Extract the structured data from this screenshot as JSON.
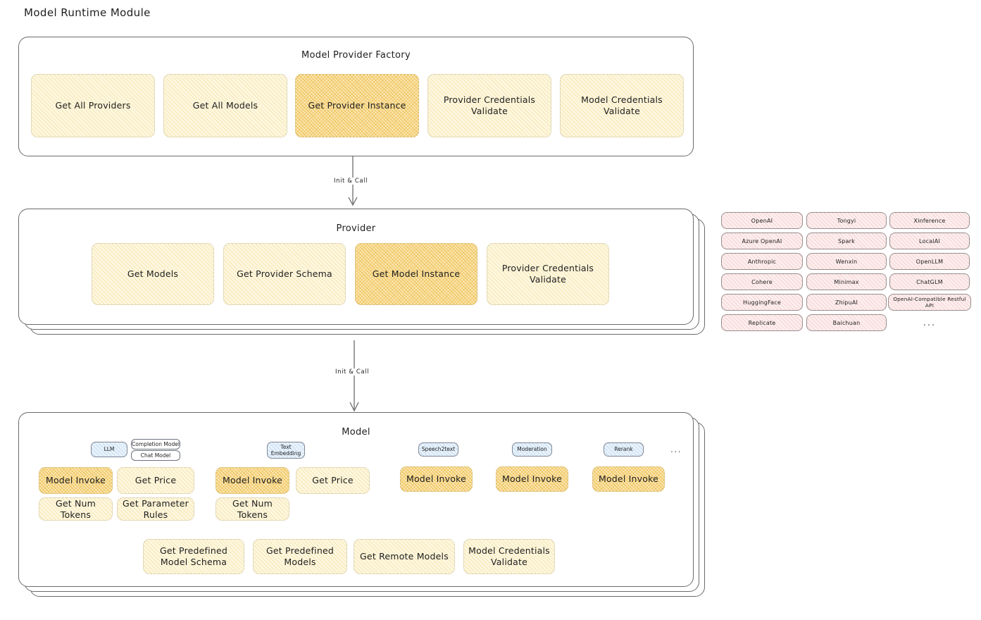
{
  "page": {
    "title": "Model Runtime Module"
  },
  "edges": [
    {
      "label": "Init & Call"
    },
    {
      "label": "Init & Call"
    }
  ],
  "factory": {
    "title": "Model Provider Factory",
    "nodes": [
      {
        "label": "Get All Providers",
        "emphasis": "light"
      },
      {
        "label": "Get All Models",
        "emphasis": "light"
      },
      {
        "label": "Get Provider Instance",
        "emphasis": "strong"
      },
      {
        "label": "Provider Credentials Validate",
        "emphasis": "light"
      },
      {
        "label": "Model Credentials Validate",
        "emphasis": "light"
      }
    ]
  },
  "provider": {
    "title": "Provider",
    "nodes": [
      {
        "label": "Get Models",
        "emphasis": "light"
      },
      {
        "label": "Get Provider Schema",
        "emphasis": "light"
      },
      {
        "label": "Get Model Instance",
        "emphasis": "strong"
      },
      {
        "label": "Provider Credentials Validate",
        "emphasis": "light"
      }
    ]
  },
  "provider_list": {
    "columns": [
      [
        "OpenAI",
        "Azure OpenAI",
        "Anthropic",
        "Cohere",
        "HuggingFace",
        "Replicate"
      ],
      [
        "Tongyi",
        "Spark",
        "Wenxin",
        "Minimax",
        "ZhipuAI",
        "Baichuan"
      ],
      [
        "Xinference",
        "LocalAI",
        "OpenLLM",
        "ChatGLM",
        "OpenAI-Compatible Restful API",
        "..."
      ]
    ]
  },
  "model": {
    "title": "Model",
    "more_indicator": "...",
    "types": [
      {
        "badge": "LLM",
        "sub_badges": [
          "Completion Model",
          "Chat Model"
        ],
        "methods": [
          {
            "label": "Model Invoke",
            "emphasis": "strong"
          },
          {
            "label": "Get Price",
            "emphasis": "light"
          },
          {
            "label": "Get Num Tokens",
            "emphasis": "light"
          },
          {
            "label": "Get Parameter Rules",
            "emphasis": "light"
          }
        ]
      },
      {
        "badge": "Text Embedding",
        "sub_badges": [],
        "methods": [
          {
            "label": "Model Invoke",
            "emphasis": "strong"
          },
          {
            "label": "Get Price",
            "emphasis": "light"
          },
          {
            "label": "Get Num Tokens",
            "emphasis": "light"
          }
        ]
      },
      {
        "badge": "Speech2text",
        "sub_badges": [],
        "methods": [
          {
            "label": "Model Invoke",
            "emphasis": "strong"
          }
        ]
      },
      {
        "badge": "Moderation",
        "sub_badges": [],
        "methods": [
          {
            "label": "Model Invoke",
            "emphasis": "strong"
          }
        ]
      },
      {
        "badge": "Rerank",
        "sub_badges": [],
        "methods": [
          {
            "label": "Model Invoke",
            "emphasis": "strong"
          }
        ]
      }
    ],
    "common_methods": [
      {
        "label": "Get Predefined Model Schema",
        "emphasis": "light"
      },
      {
        "label": "Get Predefined Models",
        "emphasis": "light"
      },
      {
        "label": "Get Remote Models",
        "emphasis": "light"
      },
      {
        "label": "Model Credentials Validate",
        "emphasis": "light"
      }
    ]
  },
  "colors": {
    "frame_stroke": "#6b6b6b",
    "node_light_fill": "#fdf7e0",
    "node_strong_fill": "#fbe7b4",
    "pill_fill": "#fdeeee",
    "badge_fill": "#e8f2fb",
    "text": "#1e1e1e"
  }
}
